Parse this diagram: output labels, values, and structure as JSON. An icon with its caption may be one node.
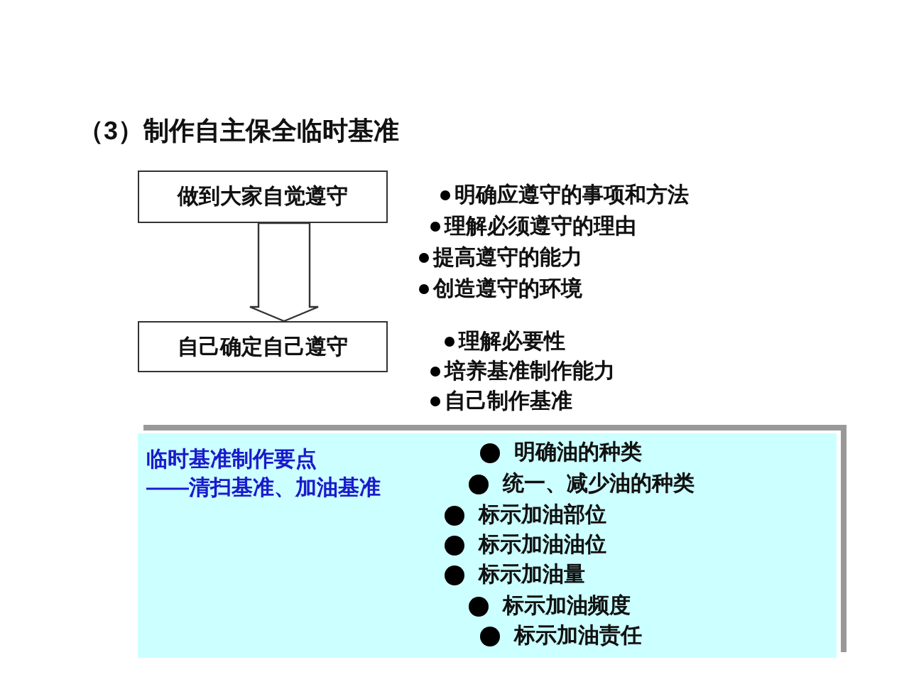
{
  "diagram": {
    "title": "（3）制作自主保全临时基准",
    "nodes": [
      {
        "text": [
          "做到大家自觉遵守"
        ],
        "beside": [
          "明确应遵守的事项和方法",
          "理解必须遵守的理由",
          "提高遵守的能力",
          "创造遵守的环境"
        ]
      },
      {
        "text": [
          "自己确定自己遵守"
        ],
        "beside": [
          "理解必要性",
          "培养基准制作能力",
          "自己制作基准"
        ]
      },
      {
        "text": [
          "临时基准制作要点",
          "——清扫基准、加油基准",
          "明确油的种类",
          "统一、减少油的种类",
          "标示加油部位",
          "标示加油油位",
          "标示加油量",
          "标示加油频度",
          "标示加油责任"
        ]
      }
    ],
    "edges": [
      {
        "from": 0,
        "to": 1,
        "arrow": "to"
      }
    ]
  }
}
